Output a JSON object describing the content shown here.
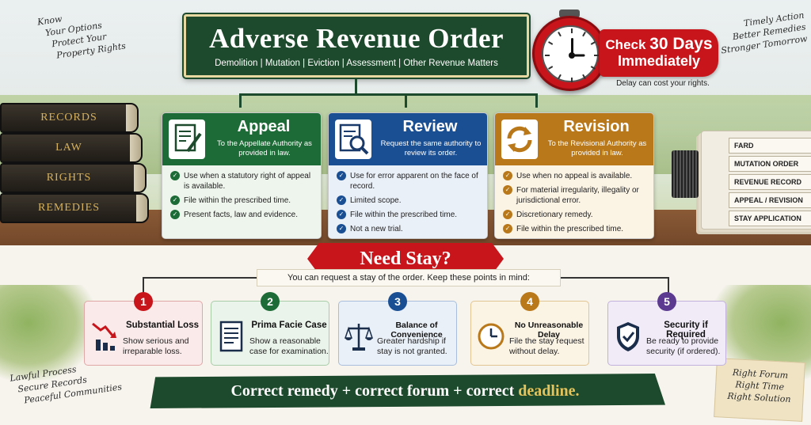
{
  "header": {
    "title": "Adverse Revenue Order",
    "subtitle": "Demolition | Mutation | Eviction | Assessment | Other Revenue Matters"
  },
  "deadline": {
    "check_prefix": "Check",
    "days": "30 Days",
    "immediately": "Immediately",
    "note": "Delay can cost your rights."
  },
  "side_notes": {
    "top_left": [
      "Know",
      "Your Options",
      "Protect Your",
      "Property Rights"
    ],
    "top_right": [
      "Timely Action",
      "Better Remedies",
      "Stronger Tomorrow"
    ],
    "bottom_left": [
      "Lawful Process",
      "Secure Records",
      "Peaceful Communities"
    ],
    "bottom_right": [
      "Right Forum",
      "Right Time",
      "Right Solution"
    ]
  },
  "books": [
    "RECORDS",
    "LAW",
    "RIGHTS",
    "REMEDIES"
  ],
  "files": [
    "FARD",
    "MUTATION ORDER",
    "REVENUE RECORD",
    "APPEAL / REVISION",
    "STAY APPLICATION"
  ],
  "remedies": [
    {
      "title": "Appeal",
      "desc": "To the Appellate Authority as provided in law.",
      "icon": "document-pen-icon",
      "color": "#1d6b36",
      "items": [
        "Use when a statutory right of appeal is available.",
        "File within the prescribed time.",
        "Present facts, law and evidence."
      ]
    },
    {
      "title": "Review",
      "desc": "Request the same authority to review its order.",
      "icon": "document-magnifier-icon",
      "color": "#1a4f93",
      "items": [
        "Use for error apparent on the face of record.",
        "Limited scope.",
        "File within the prescribed time.",
        "Not a new trial."
      ]
    },
    {
      "title": "Revision",
      "desc": "To the Revisional Authority as provided in law.",
      "icon": "refresh-arrows-icon",
      "color": "#b9781a",
      "items": [
        "Use when no appeal is available.",
        "For material irregularity, illegality or jurisdictional error.",
        "Discretionary remedy.",
        "File within the prescribed time."
      ]
    }
  ],
  "stay": {
    "title": "Need Stay?",
    "subtitle": "You can request a stay of the order. Keep these points in mind:",
    "points": [
      {
        "num": "1",
        "title": "Substantial Loss",
        "desc": "Show serious and irreparable loss.",
        "icon": "falling-chart-icon",
        "color": "#c8151b"
      },
      {
        "num": "2",
        "title": "Prima Facie Case",
        "desc": "Show a reasonable case for examination.",
        "icon": "document-icon",
        "color": "#1d6b36"
      },
      {
        "num": "3",
        "title": "Balance of Convenience",
        "desc": "Greater hardship if stay is not granted.",
        "icon": "scales-icon",
        "color": "#1a4f93"
      },
      {
        "num": "4",
        "title": "No Unreasonable Delay",
        "desc": "File the stay request without delay.",
        "icon": "clock-icon",
        "color": "#b9781a"
      },
      {
        "num": "5",
        "title": "Security if Required",
        "desc": "Be ready to provide security (if ordered).",
        "icon": "shield-check-icon",
        "color": "#5b3a8f"
      }
    ]
  },
  "footer": {
    "text": "Correct remedy + correct forum + correct",
    "highlight": "deadline."
  }
}
